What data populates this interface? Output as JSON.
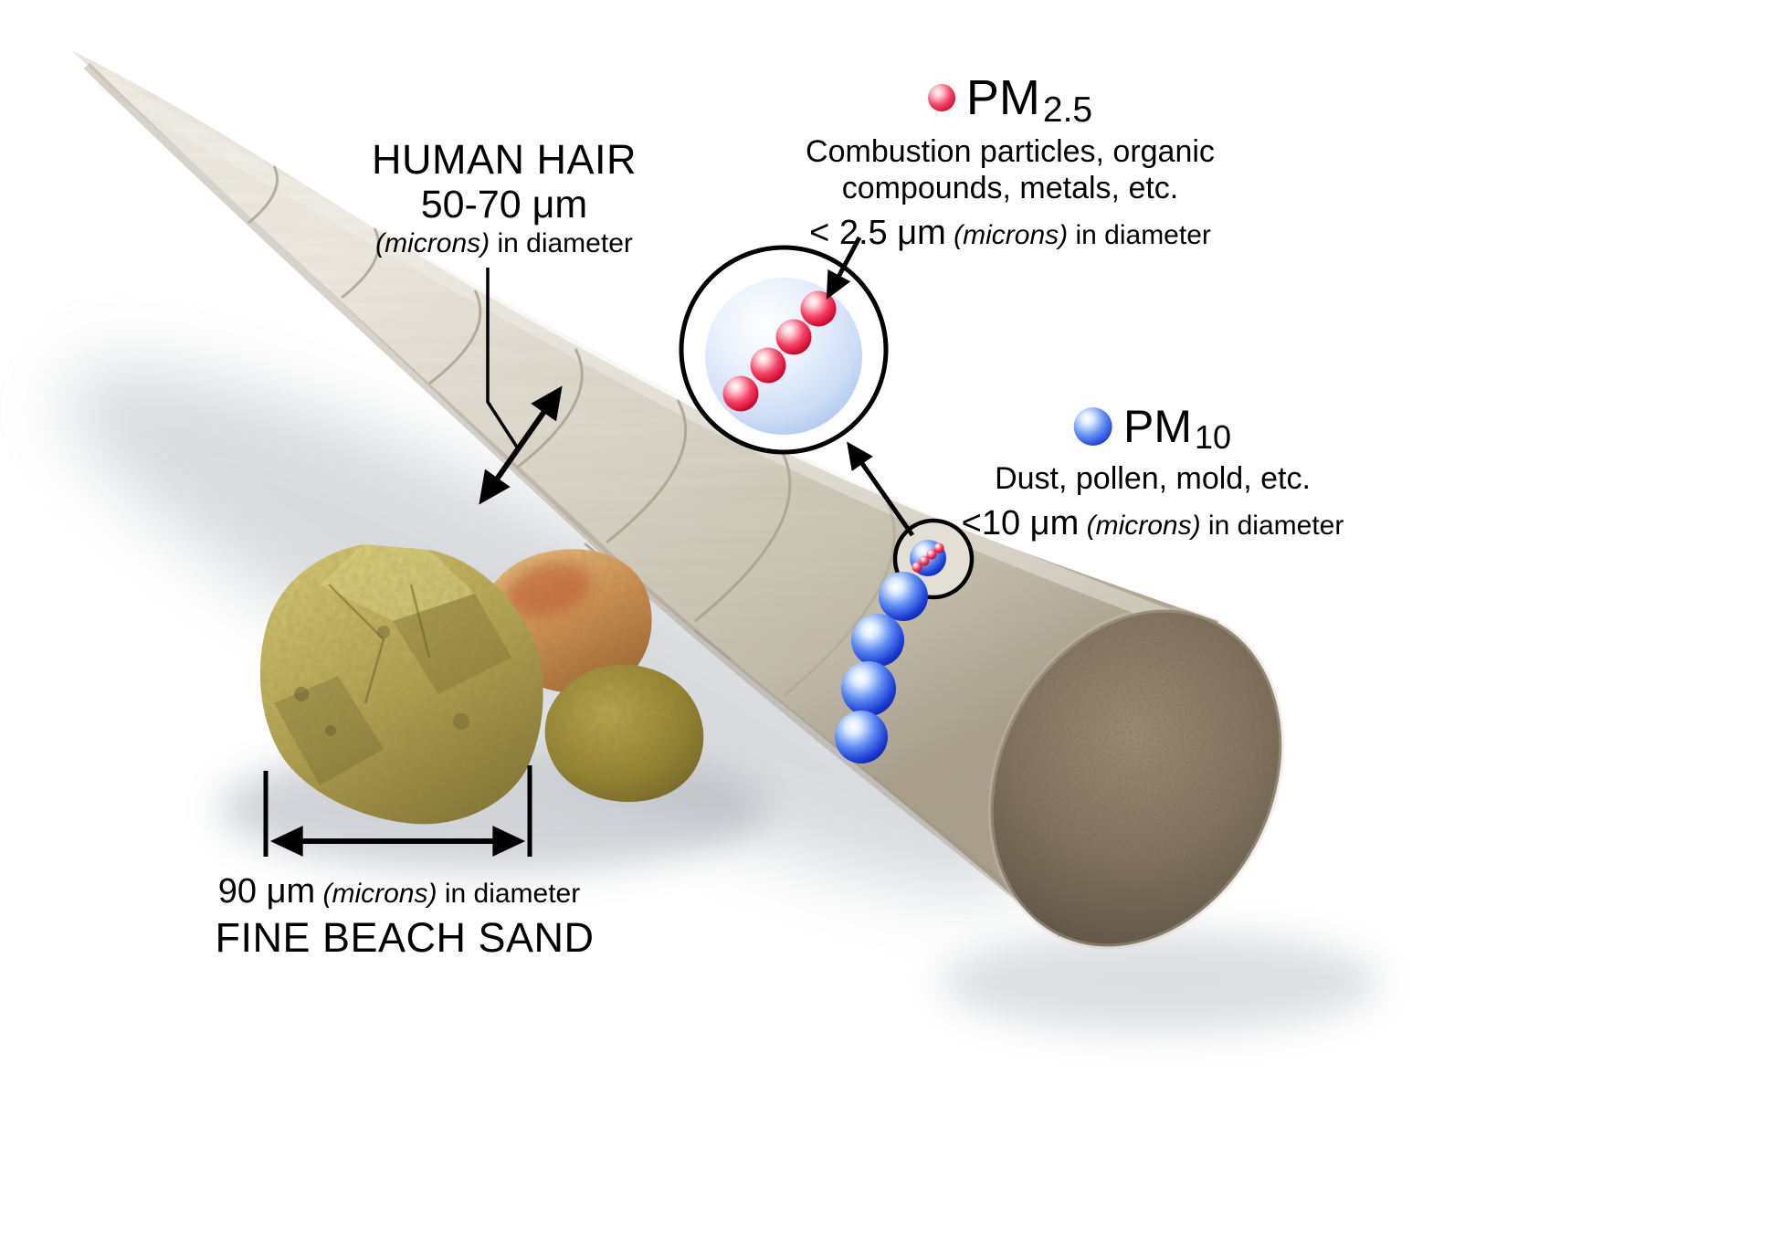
{
  "labels": {
    "human_hair": {
      "title": "HUMAN HAIR",
      "size": "50-70 μm",
      "microns": "(microns)",
      "suffix": "in diameter"
    },
    "pm25": {
      "name": "PM",
      "subscript": "2.5",
      "line1": "Combustion particles, organic",
      "line2": "compounds, metals, etc.",
      "size": "< 2.5 μm",
      "microns": "(microns)",
      "suffix": "in diameter"
    },
    "pm10": {
      "name": "PM",
      "subscript": "10",
      "line1": "Dust, pollen, mold, etc.",
      "size": "<10 μm",
      "microns": "(microns)",
      "suffix": "in diameter"
    },
    "sand": {
      "size": "90 μm",
      "microns": "(microns)",
      "suffix": "in diameter",
      "title": "FINE BEACH SAND"
    }
  },
  "colors": {
    "pm25_red": "#d60b32",
    "pm10_blue": "#1d3ed6",
    "hair": "#d7d2c4",
    "sand": "#b4a452",
    "text": "#000000",
    "background": "#ffffff"
  }
}
